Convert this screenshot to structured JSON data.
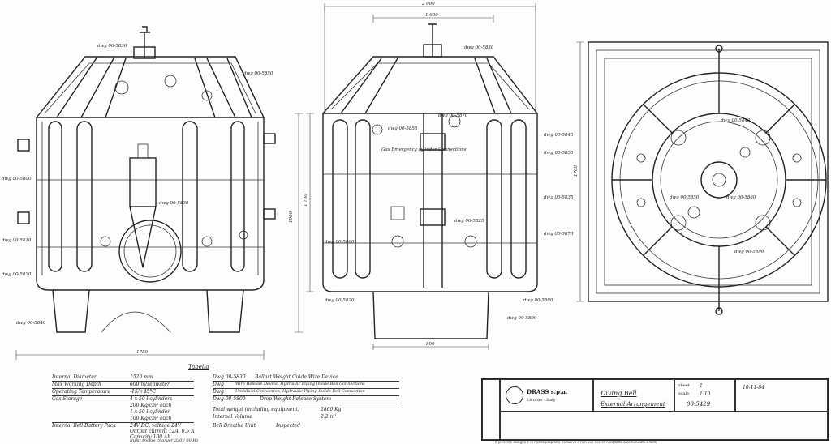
{
  "notes": {
    "title": "Tabella",
    "left_specs": [
      {
        "label": "Internal Diameter",
        "value": "1520 mm"
      },
      {
        "label": "Max Working Depth",
        "value": "600 m/seawater"
      },
      {
        "label": "Operating Temperature",
        "value": "-15/+45°C"
      },
      {
        "label": "Gas Storage",
        "value": "4 x 50 l cylinders"
      },
      {
        "label": "",
        "value": "200 Kg/cm² each"
      },
      {
        "label": "",
        "value": "1 x 50 l cylinder"
      },
      {
        "label": "",
        "value": "100 Kg/cm² each"
      },
      {
        "label": "Internal Bell Battery Pack",
        "value": "24V DC, voltage 24V"
      },
      {
        "label": "",
        "value": "Output current 12A, 0.5 A"
      },
      {
        "label": "",
        "value": "Capacity 100 Ah"
      },
      {
        "label": "",
        "value": "Input trickle charger 220V 60 Hz"
      }
    ],
    "right_specs": [
      {
        "label": "Dwg 00-5830",
        "value": "Ballast Weight Guide Wire Device"
      },
      {
        "label": "Dwg",
        "value": "Wire Release Device, Hydraulic Piping Inside Bell Connections"
      },
      {
        "label": "Dwg",
        "value": "Umbilical Connection, Hydraulic Piping Inside Bell Connection"
      },
      {
        "label": "Dwg 00-5800",
        "value": "Drop Weight Release System"
      },
      {
        "label": "Total weight (including equipment)",
        "value": "2860 Kg"
      },
      {
        "label": "Internal Volume",
        "value": "2.2 m³"
      },
      {
        "label": "Bell Breathe Unit",
        "value": "Inspected"
      }
    ]
  },
  "title_block": {
    "company": "DRASS s.p.a.",
    "company_address": "Livorno · Italy",
    "drawing_title": "Diving Bell",
    "drawing_subtitle": "External Arrangement",
    "drawing_number": "00-5429",
    "scale_label": "scale",
    "scale": "1:10",
    "sheet_label": "sheet",
    "sheet": "1",
    "date": "10-11-84",
    "fine_print": "Il presente disegno e di nostra proprieta esclusiva e non puo essere riprodotto o comunicato a terzi"
  },
  "dimensions": {
    "front_width": "1780",
    "side_width_top": "2 000",
    "side_width_inner": "1 600",
    "side_width_bottom": "800",
    "side_height": "1900",
    "side_height_inner": "1 700",
    "plan_height": "1780"
  },
  "callouts": {
    "front_left": [
      "dwg 00-5830",
      "dwg 00-5800",
      "dwg 00-5810",
      "dwg 00-5820",
      "dwg 00-5840",
      "dwg 00-5850"
    ],
    "front_inner": [
      "dwg 00-5830"
    ],
    "side_left": [
      "dwg 00-5820",
      "dwg 00-5860",
      "dwg 00-5855"
    ],
    "side_right": [
      "dwg 00-5830",
      "dwg 00-5840",
      "dwg 00-5850",
      "dwg 00-5835",
      "dwg 00-5870",
      "dwg 00-5880",
      "dwg 00-5890"
    ],
    "side_inner": [
      "dwg 00-5870",
      "Gas Emergency cylinder Connections",
      "dwg 00-5825"
    ],
    "plan": [
      "dwg 00-5840",
      "dwg 00-5850",
      "dwg 00-5860",
      "dwg 00-5890"
    ]
  }
}
